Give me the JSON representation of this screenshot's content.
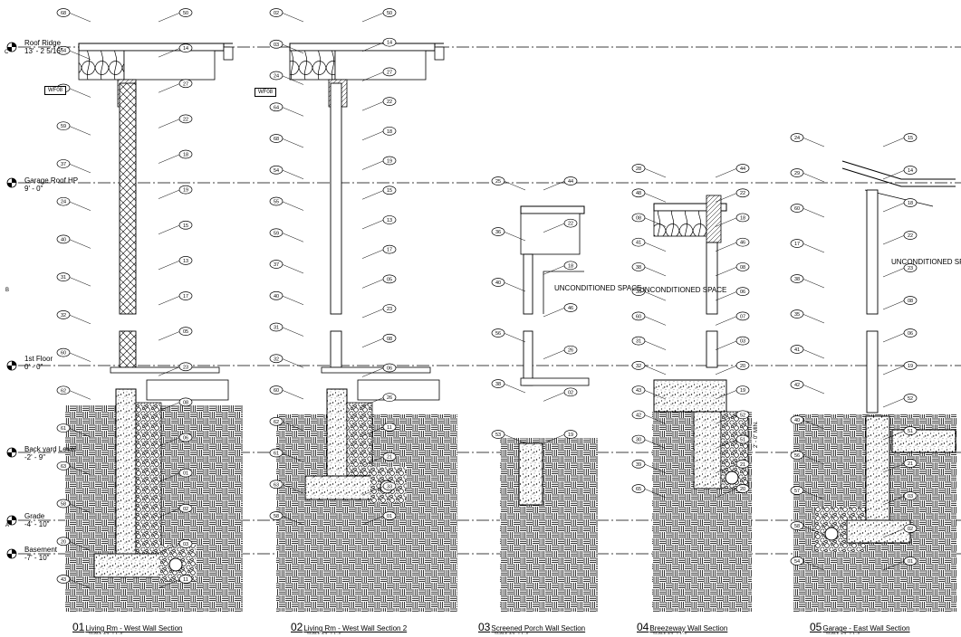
{
  "levels": [
    {
      "name": "Roof Ridge",
      "elevation": "13' - 2 5/16\""
    },
    {
      "name": "Garage Roof HP",
      "elevation": "9' - 0\""
    },
    {
      "name": "1st Floor",
      "elevation": "0' - 0\""
    },
    {
      "name": "Back yard Level",
      "elevation": "-2' - 9\""
    },
    {
      "name": "Grade",
      "elevation": "-4' - 10\""
    },
    {
      "name": "Basement",
      "elevation": "-7' - 10\""
    }
  ],
  "sections": [
    {
      "number": "01",
      "title": "Living Rm - West Wall Section",
      "scale": "SCALE 3/4\" = 1'-0\""
    },
    {
      "number": "02",
      "title": "Living Rm - West Wall Section 2",
      "scale": "SCALE 3/4\" = 1'-0\""
    },
    {
      "number": "03",
      "title": "Screened Porch Wall Section",
      "scale": "SCALE 3/4\" = 1'-0\""
    },
    {
      "number": "04",
      "title": "Breezeway Wall Section",
      "scale": "SCALE 3/4\" = 1'-0\""
    },
    {
      "number": "05",
      "title": "Garage - East Wall Section",
      "scale": "SCALE 3/4\" = 1'-0\""
    }
  ],
  "space_labels": [
    "UNCONDITIONED SPACE",
    "UNCONDITIONED SPACE",
    "UNCONDITIONED SPACE"
  ],
  "wall_tags": [
    "WF08",
    "WF08"
  ],
  "grid_letters": [
    "C",
    "B",
    "A"
  ],
  "dimension_labels": [
    "2' - 0\" MIN."
  ],
  "keynotes": {
    "s01": [
      "50",
      "14",
      "27",
      "22",
      "18",
      "19",
      "15",
      "13",
      "17",
      "05",
      "23",
      "08",
      "06",
      "01",
      "02",
      "03",
      "11",
      "68",
      "54",
      "55",
      "59",
      "37",
      "24",
      "40",
      "31",
      "32",
      "60",
      "62",
      "61",
      "63",
      "58",
      "20",
      "43"
    ],
    "s02": [
      "50",
      "14",
      "27",
      "22",
      "18",
      "19",
      "15",
      "13",
      "17",
      "05",
      "23",
      "08",
      "06",
      "26",
      "11",
      "21",
      "33",
      "01",
      "02",
      "03",
      "24",
      "64",
      "68",
      "54",
      "55",
      "59",
      "37",
      "40",
      "31",
      "32",
      "60",
      "62",
      "61",
      "63",
      "58"
    ],
    "s03": [
      "44",
      "22",
      "18",
      "46",
      "26",
      "02",
      "19",
      "25",
      "36",
      "40",
      "56",
      "38",
      "53"
    ],
    "s04": [
      "44",
      "22",
      "18",
      "46",
      "08",
      "06",
      "07",
      "03",
      "20",
      "19",
      "52",
      "51",
      "21",
      "20",
      "28",
      "48",
      "08",
      "41",
      "38",
      "36",
      "60",
      "31",
      "32",
      "43",
      "42",
      "30",
      "39",
      "65"
    ],
    "s05": [
      "15",
      "14",
      "18",
      "22",
      "23",
      "08",
      "06",
      "19",
      "52",
      "51",
      "21",
      "03",
      "02",
      "01",
      "24",
      "29",
      "60",
      "17",
      "38",
      "35",
      "41",
      "42",
      "40",
      "56",
      "57",
      "58",
      "54"
    ]
  }
}
